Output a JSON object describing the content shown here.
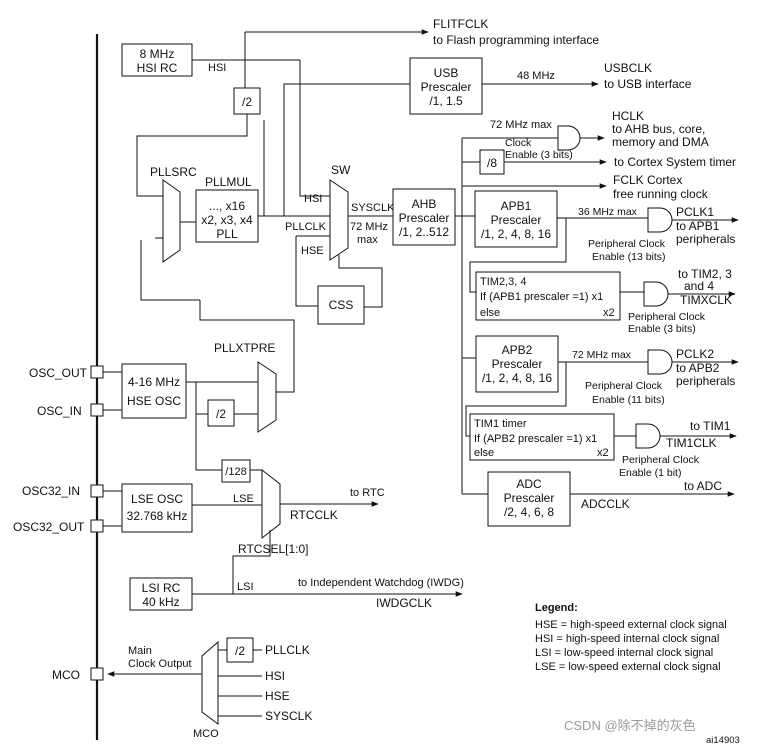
{
  "pins": {
    "osc_out": "OSC_OUT",
    "osc_in": "OSC_IN",
    "osc32_in": "OSC32_IN",
    "osc32_out": "OSC32_OUT",
    "mco": "MCO"
  },
  "blocks": {
    "hsi_rc": [
      "8 MHz",
      "HSI RC"
    ],
    "div2_hsi": "/2",
    "pllmul_box": [
      "..., x16",
      "x2, x3, x4",
      "PLL"
    ],
    "usb_prescaler": [
      "USB",
      "Prescaler",
      "/1, 1.5"
    ],
    "ahb_prescaler": [
      "AHB",
      "Prescaler",
      "/1, 2..512"
    ],
    "div8": "/8",
    "apb1_prescaler": [
      "APB1",
      "Prescaler",
      "/1, 2, 4, 8, 16"
    ],
    "apb2_prescaler": [
      "APB2",
      "Prescaler",
      "/1, 2, 4, 8, 16"
    ],
    "css": "CSS",
    "hse_osc": [
      "4-16 MHz",
      "HSE OSC"
    ],
    "div2_hse": "/2",
    "div128": "/128",
    "lse_osc": [
      "LSE OSC",
      "32.768 kHz"
    ],
    "lsi_rc": [
      "LSI RC",
      "40 kHz"
    ],
    "adc_prescaler": [
      "ADC",
      "Prescaler",
      "/2, 4, 6, 8"
    ],
    "tim234": [
      "TIM2,3, 4",
      "If (APB1 prescaler =1) x1",
      "else",
      "x2"
    ],
    "tim1": [
      "TIM1 timer",
      "If (APB2 prescaler =1) x1",
      "else",
      "x2"
    ],
    "mco_div2": "/2"
  },
  "labels": {
    "flitfclk": "FLITFCLK",
    "flitfclk_desc": "to Flash programming interface",
    "hsi": "HSI",
    "usbclk": "USBCLK",
    "usbclk_desc": "to USB interface",
    "usb_freq": "48 MHz",
    "pllsrc": "PLLSRC",
    "pllmul": "PLLMUL",
    "sw": "SW",
    "sw_hsi": "HSI",
    "pllclk": "PLLCLK",
    "sw_hse": "HSE",
    "sysclk": "SYSCLK",
    "sysclk_max": [
      "72 MHz",
      "max"
    ],
    "hclk_max": "72 MHz max",
    "hclk": "HCLK",
    "hclk_desc": [
      "to AHB bus, core,",
      "memory and DMA"
    ],
    "clock_enable": [
      "Clock",
      "Enable (3 bits)"
    ],
    "cortex_timer": "to Cortex System timer",
    "fclk": "FCLK Cortex",
    "fclk_desc": "free running clock",
    "apb1_max": "36 MHz max",
    "pclk1": "PCLK1",
    "pclk1_desc": [
      "to APB1",
      "peripherals"
    ],
    "pce13": [
      "Peripheral Clock",
      "Enable (13 bits)"
    ],
    "tim234_dest": [
      "to TIM2, 3",
      "and 4"
    ],
    "timxclk": "TIMXCLK",
    "pce3": [
      "Peripheral Clock",
      "Enable (3 bits)"
    ],
    "apb2_max": "72 MHz max",
    "pclk2": "PCLK2",
    "pclk2_desc": [
      "to APB2",
      "peripherals"
    ],
    "pce11": [
      "Peripheral Clock",
      "Enable (11 bits)"
    ],
    "tim1_dest": "to TIM1",
    "tim1clk": "TIM1CLK",
    "pce1": [
      "Peripheral Clock",
      "Enable (1 bit)"
    ],
    "adc_dest": "to ADC",
    "adcclk": "ADCCLK",
    "pllxtpre": "PLLXTPRE",
    "lse": "LSE",
    "rtc_dest": "to RTC",
    "rtcclk": "RTCCLK",
    "rtcsel": "RTCSEL[1:0]",
    "lsi": "LSI",
    "iwdg_dest": "to Independent Watchdog (IWDG)",
    "iwdgclk": "IWDGCLK",
    "mco_title": [
      "Main",
      "Clock Output"
    ],
    "mco_mux": "MCO",
    "mco_pllclk": "PLLCLK",
    "mco_hsi": "HSI",
    "mco_hse": "HSE",
    "mco_sysclk": "SYSCLK"
  },
  "legend": {
    "title": "Legend:",
    "items": [
      "HSE = high-speed external clock signal",
      "HSI = high-speed internal clock signal",
      "LSI = low-speed internal clock signal",
      "LSE = low-speed external clock signal"
    ]
  },
  "footer": {
    "watermark": "CSDN @除不掉的灰色",
    "ref": "ai14903"
  }
}
